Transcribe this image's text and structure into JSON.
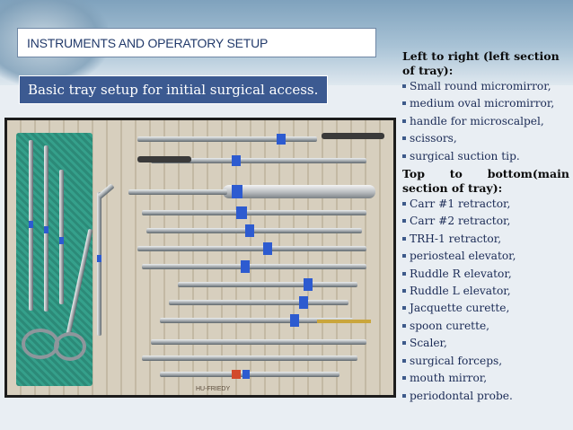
{
  "slide": {
    "title": "INSTRUMENTS AND OPERATORY SETUP",
    "subtitle": "Basic tray setup for initial surgical access.",
    "photo_label": "tray-photo",
    "tray_mark": "HU-FRIEDY"
  },
  "left_section": {
    "heading_line1": "Left to right (left section",
    "heading_line2": "of tray):",
    "items": [
      "Small round micromirror,",
      "medium oval micromirror,",
      "handle for microscalpel,",
      "scissors,",
      "surgical suction tip."
    ]
  },
  "main_section": {
    "heading_word1": "Top",
    "heading_word2": "to",
    "heading_word3": "bottom(main",
    "heading_line2": "section of tray):",
    "items": [
      "Carr #1 retractor,",
      "Carr #2 retractor,",
      "TRH-1 retractor,",
      "periosteal elevator,",
      "Ruddle R elevator,",
      "Ruddle L elevator,",
      "Jacquette curette,",
      "spoon curette,",
      "Scaler,",
      "surgical forceps,",
      "mouth mirror,",
      "periodontal probe."
    ]
  },
  "colors": {
    "subtitle_bg": "#3c5a91",
    "title_text": "#223a6b",
    "bullet": "#3d5a8a"
  }
}
